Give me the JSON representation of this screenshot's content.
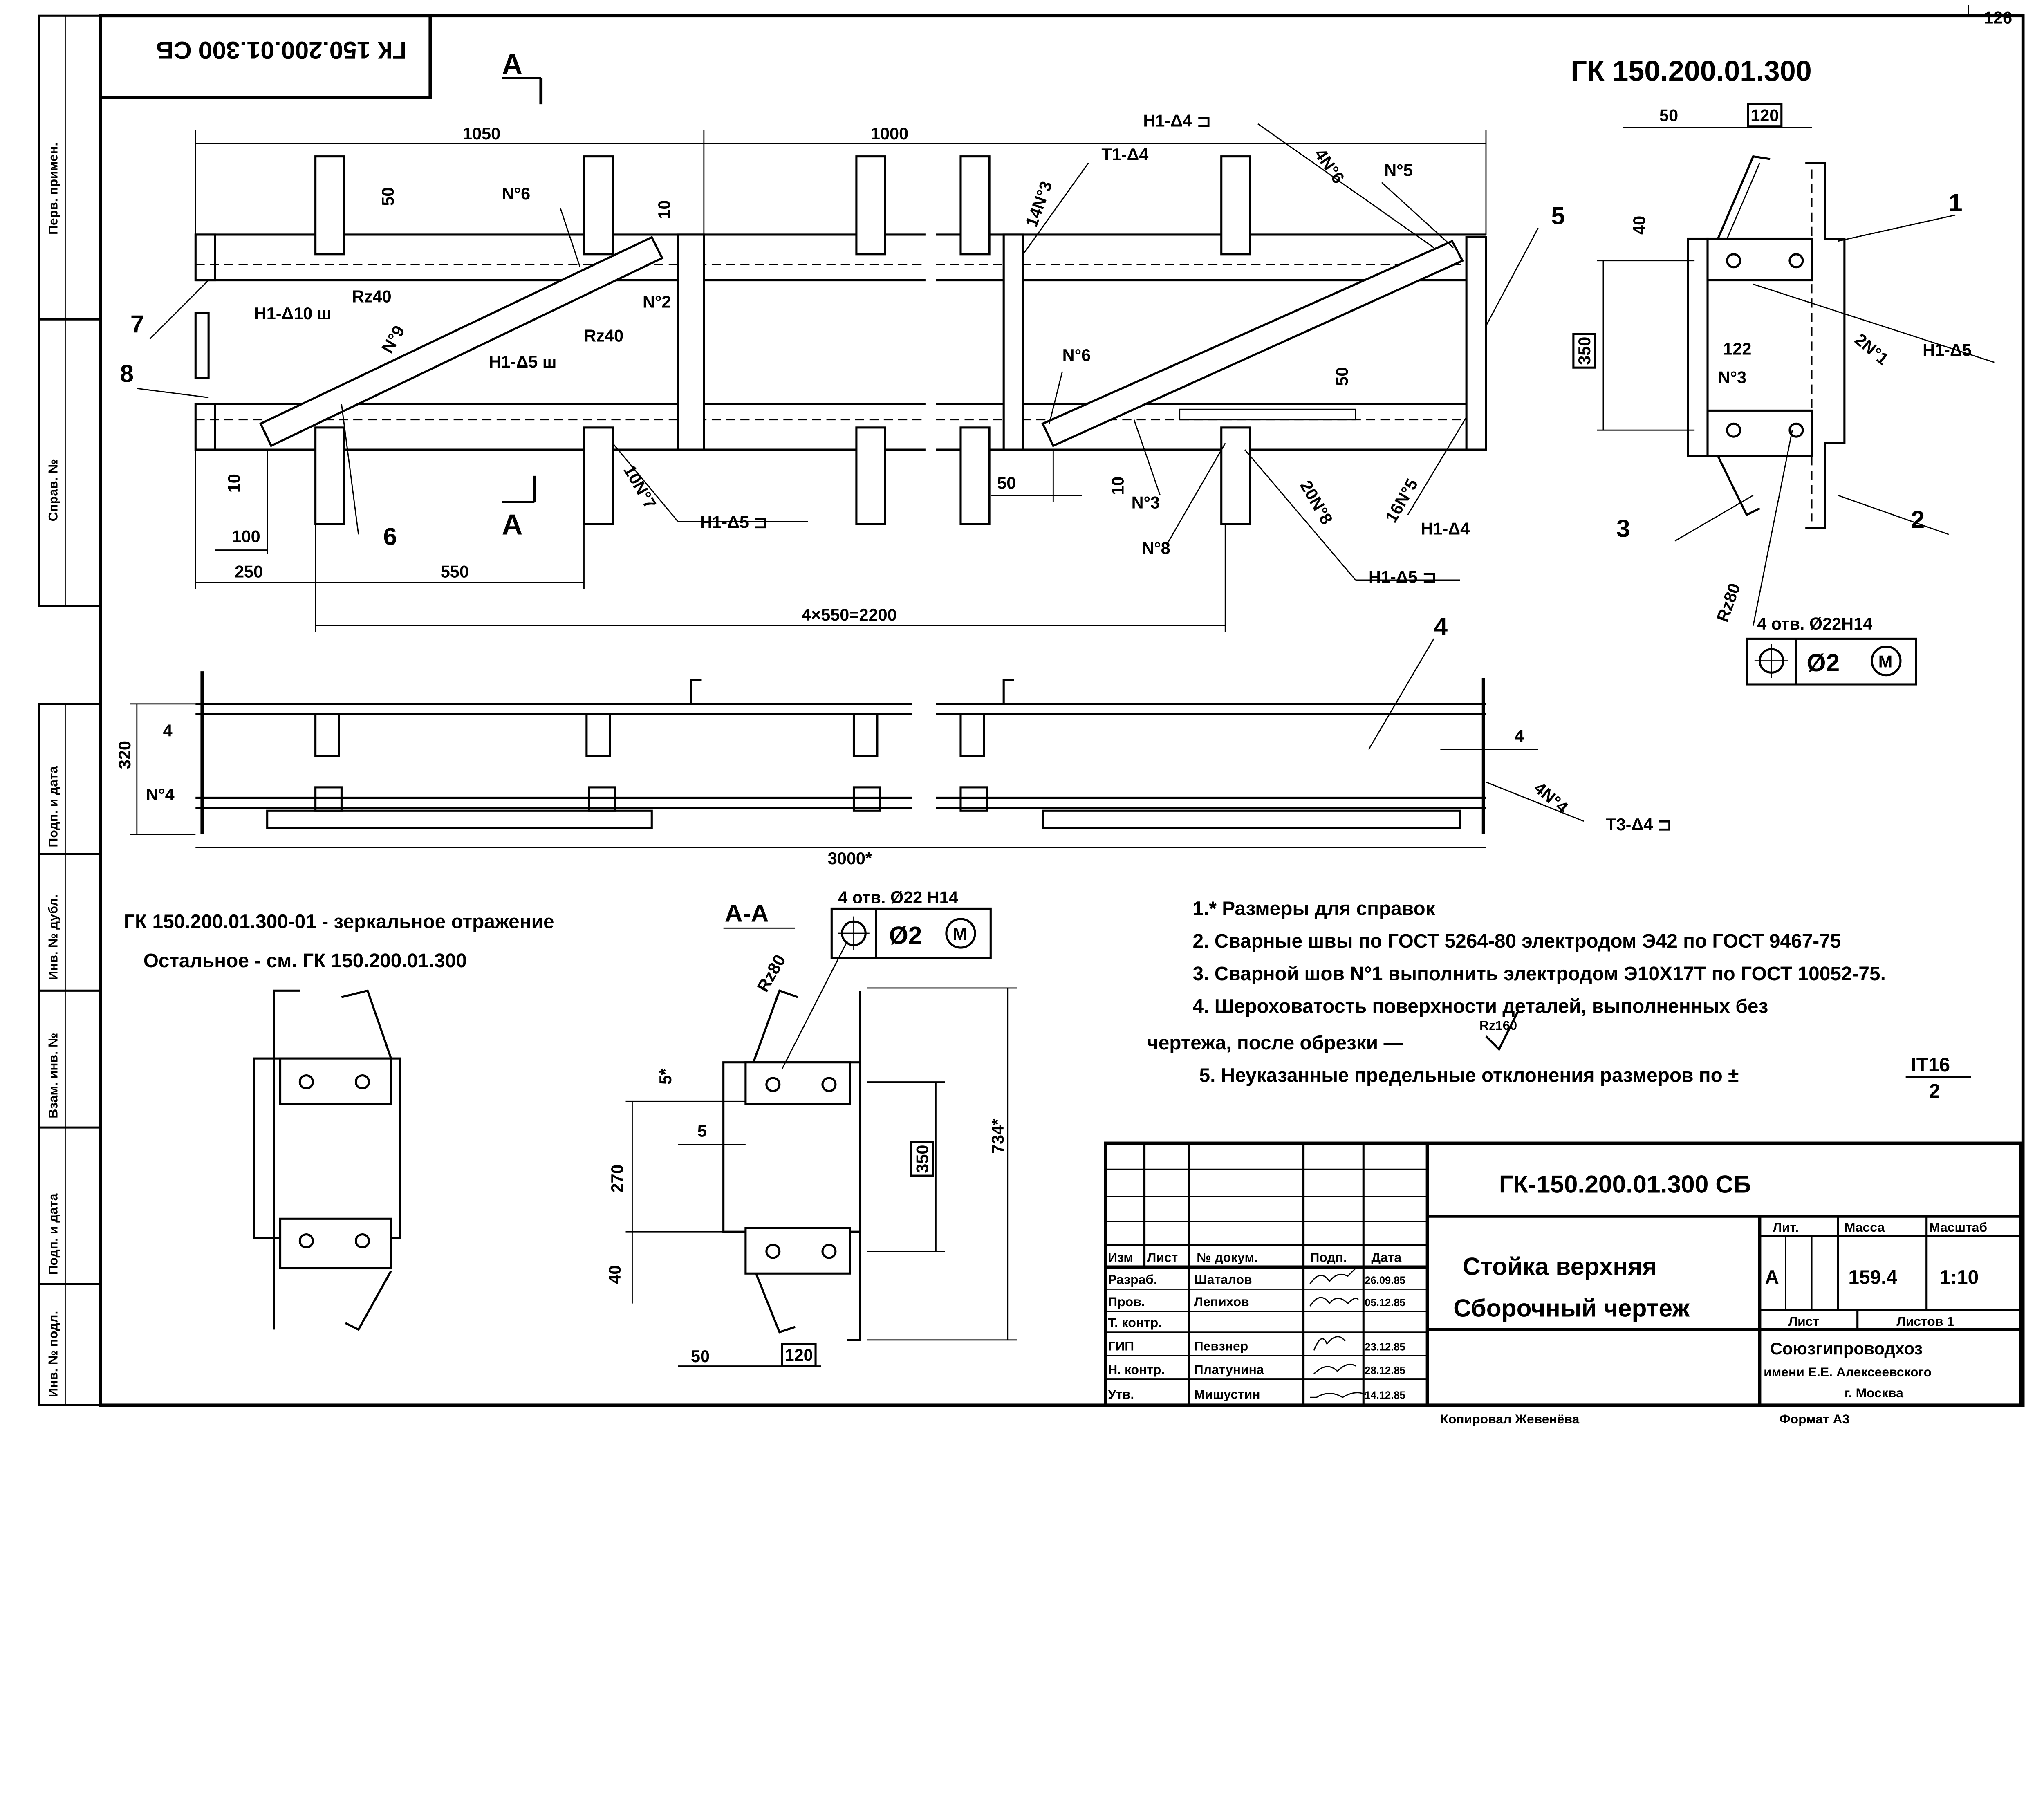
{
  "sheet": {
    "page_number": "126",
    "stamp_rotated": "ГК 150.200.01.300 СБ",
    "drawing_code": "ГК 150.200.01.300"
  },
  "side_strip": [
    "Перв. примен.",
    "Справ. №",
    "Подп. и дата",
    "Инв. № дубл.",
    "Взам. инв. №",
    "Подп. и дата",
    "Инв. № подл."
  ],
  "top_view": {
    "labels": [
      "1050",
      "1000",
      "50",
      "10",
      "N°6",
      "H1-Δ10 ш",
      "Rz40",
      "N°2",
      "Rz40",
      "H1-Δ5 ш",
      "N°9",
      "7",
      "8",
      "10",
      "100",
      "250",
      "550",
      "6",
      "A",
      "10N°7",
      "H1-Δ5 ⊐",
      "4×550=2200",
      "T1-Δ4",
      "14N°3",
      "H1-Δ4 ⊐",
      "4N°6",
      "N°5",
      "5",
      "N°6",
      "50",
      "50",
      "10",
      "N°3",
      "N°8",
      "20N°8",
      "H1-Δ5 ⊐",
      "16N°5",
      "H1-Δ4",
      "A"
    ]
  },
  "end_view": {
    "labels": [
      "50",
      "120",
      "40",
      "350",
      "122",
      "N°3",
      "1",
      "2N°1",
      "H1-Δ5",
      "3",
      "2",
      "Rz80",
      "4 отв. Ø22H14"
    ],
    "tolerance": {
      "symbol_icon": "position-tolerance-icon",
      "value": "Ø2",
      "modifier": "M"
    }
  },
  "side_view": {
    "labels": [
      "320",
      "4",
      "N°4",
      "4",
      "4",
      "4N°4",
      "T3-Δ4 ⊐",
      "3000*"
    ]
  },
  "mirror_note": {
    "line1": "ГК 150.200.01.300-01 - зеркальное отражение",
    "line2": "Остальное - см. ГК 150.200.01.300"
  },
  "section_aa": {
    "labels": [
      "A-A",
      "4 отв. Ø22 H14",
      "Rz80",
      "5*",
      "5",
      "270",
      "350",
      "734*",
      "40",
      "50",
      "120"
    ],
    "tolerance": {
      "symbol_icon": "position-tolerance-icon",
      "value": "Ø2",
      "modifier": "M"
    }
  },
  "notes": [
    "1.* Размеры для справок",
    "2. Сварные швы по ГОСТ 5264-80 электродом Э42 по ГОСТ 9467-75",
    "3. Сварной шов N°1 выполнить электродом Э10Х17Т по ГОСТ 10052-75.",
    "4. Шероховатость поверхности деталей, выполненных без",
    "чертежа, после обрезки —",
    "5. Неуказанные предельные отклонения размеров по ±"
  ],
  "note_symbols": {
    "roughness": "Rz160",
    "tol_num": "IT16",
    "tol_den": "2"
  },
  "title_block": {
    "doc_number": "ГК-150.200.01.300 СБ",
    "title_line1": "Стойка верхняя",
    "title_line2": "Сборочный чертеж",
    "headers": [
      "Изм",
      "Лист",
      "№ докум.",
      "Подп.",
      "Дата"
    ],
    "rows": [
      {
        "role": "Разраб.",
        "name": "Шаталов",
        "date": "26.09.85"
      },
      {
        "role": "Пров.",
        "name": "Лепихов",
        "date": "05.12.85"
      },
      {
        "role": "Т. контр.",
        "name": "",
        "date": ""
      },
      {
        "role": "ГИП",
        "name": "Певзнер",
        "date": "23.12.85"
      },
      {
        "role": "Н. контр.",
        "name": "Платунина",
        "date": "28.12.85"
      },
      {
        "role": "Утв.",
        "name": "Мишустин",
        "date": "14.12.85"
      }
    ],
    "lit_label": "Лит.",
    "mass_label": "Масса",
    "scale_label": "Масштаб",
    "lit_value": "А",
    "mass_value": "159.4",
    "scale_value": "1:10",
    "sheet_label": "Лист",
    "sheets_label": "Листов 1",
    "org_line1": "Союзгипроводхоз",
    "org_line2": "имени Е.Е. Алексеевского",
    "org_line3": "г. Москва"
  },
  "footer": {
    "copied": "Копировал Жевенёва",
    "format": "Формат А3"
  }
}
